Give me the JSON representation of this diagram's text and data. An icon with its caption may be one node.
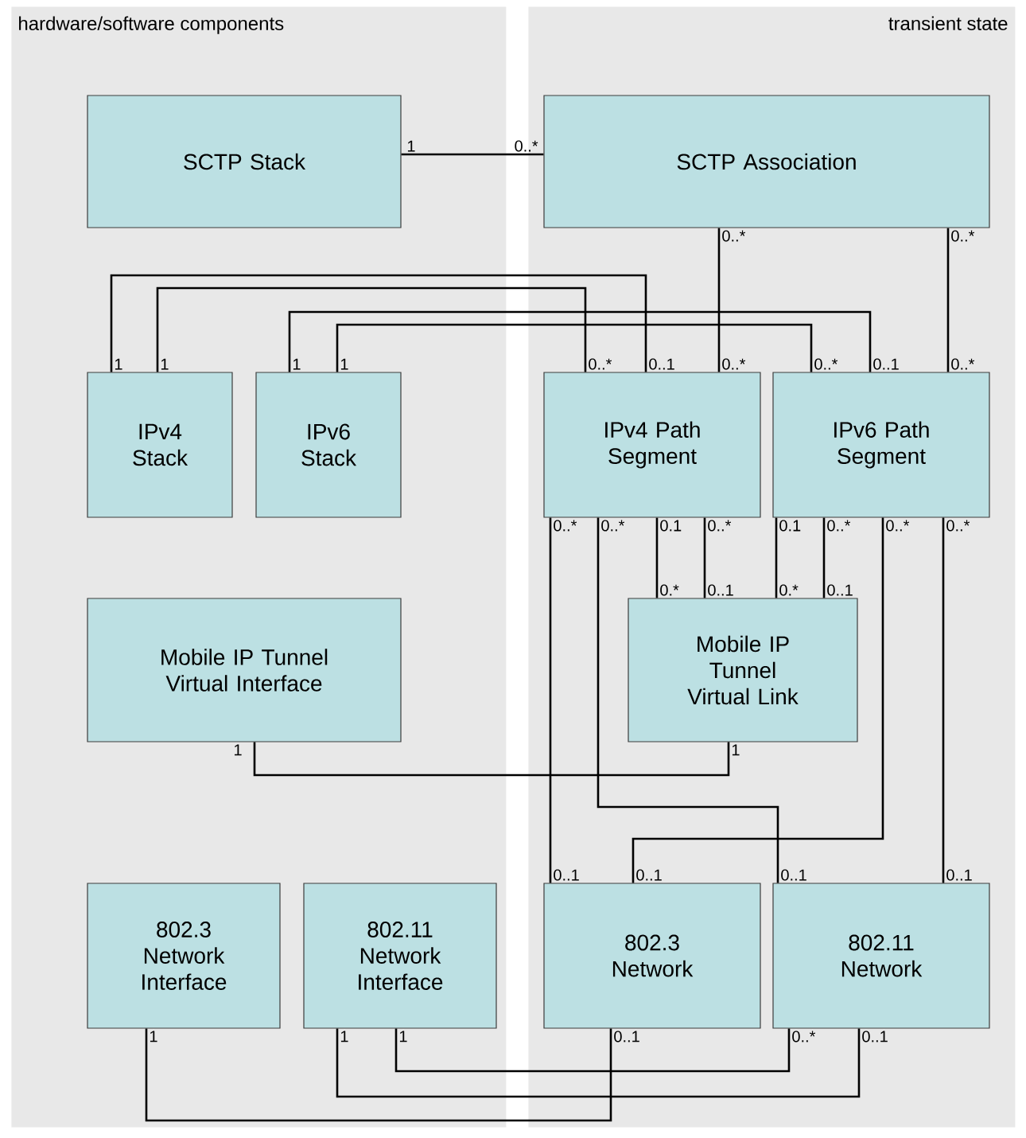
{
  "diagram": {
    "nodes": [
      {
        "text": [
          "hardware/software components"
        ]
      },
      {
        "text": [
          "transient state"
        ]
      },
      {
        "text": [
          "SCTP Stack"
        ],
        "in": 0
      },
      {
        "text": [
          "SCTP Association"
        ],
        "in": 1
      },
      {
        "text": [
          "IPv4 Stack"
        ],
        "in": 0
      },
      {
        "text": [
          "IPv6 Stack"
        ],
        "in": 0
      },
      {
        "text": [
          "IPv4 Path Segment"
        ],
        "in": 1
      },
      {
        "text": [
          "IPv6 Path Segment"
        ],
        "in": 1
      },
      {
        "text": [
          "Mobile IP Tunnel Virtual Interface"
        ],
        "in": 0
      },
      {
        "text": [
          "Mobile IP Tunnel Virtual Link"
        ],
        "in": 1
      },
      {
        "text": [
          "802.3 Network Interface"
        ],
        "in": 0
      },
      {
        "text": [
          "802.11 Network Interface"
        ],
        "in": 0
      },
      {
        "text": [
          "802.3 Network"
        ],
        "in": 1
      },
      {
        "text": [
          "802.11 Network"
        ],
        "in": 1
      }
    ],
    "edges": [
      {
        "from": 2,
        "to": 3,
        "arrow": "none"
      },
      {
        "from": 3,
        "to": 6,
        "arrow": "none"
      },
      {
        "from": 3,
        "to": 7,
        "arrow": "none"
      },
      {
        "from": 4,
        "to": 6,
        "arrow": "none"
      },
      {
        "from": 4,
        "to": 6,
        "arrow": "none"
      },
      {
        "from": 5,
        "to": 7,
        "arrow": "none"
      },
      {
        "from": 5,
        "to": 7,
        "arrow": "none"
      },
      {
        "from": 6,
        "to": 9,
        "arrow": "none"
      },
      {
        "from": 6,
        "to": 9,
        "arrow": "none"
      },
      {
        "from": 7,
        "to": 9,
        "arrow": "none"
      },
      {
        "from": 7,
        "to": 9,
        "arrow": "none"
      },
      {
        "from": 6,
        "to": 12,
        "arrow": "none"
      },
      {
        "from": 6,
        "to": 13,
        "arrow": "none"
      },
      {
        "from": 7,
        "to": 12,
        "arrow": "none"
      },
      {
        "from": 7,
        "to": 13,
        "arrow": "none"
      },
      {
        "from": 8,
        "to": 9,
        "arrow": "none"
      },
      {
        "from": 10,
        "to": 12,
        "arrow": "none"
      },
      {
        "from": 11,
        "to": 13,
        "arrow": "none"
      },
      {
        "from": 11,
        "to": 13,
        "arrow": "none"
      }
    ],
    "labels": [
      "1",
      "0..*",
      "0..*",
      "0..*",
      "0..*",
      "0..*",
      "1",
      "0..1",
      "1",
      "0..*",
      "1",
      "0..1",
      "1",
      "0..*",
      "0.1",
      "0.*",
      "0..*",
      "0..1",
      "0.1",
      "0.*",
      "0..*",
      "0..1",
      "0..*",
      "0..1",
      "0..*",
      "0..1",
      "0..*",
      "0..1",
      "0..*",
      "0..1",
      "1",
      "1",
      "1",
      "0..1",
      "1",
      "0..1",
      "1",
      "0..*"
    ]
  }
}
